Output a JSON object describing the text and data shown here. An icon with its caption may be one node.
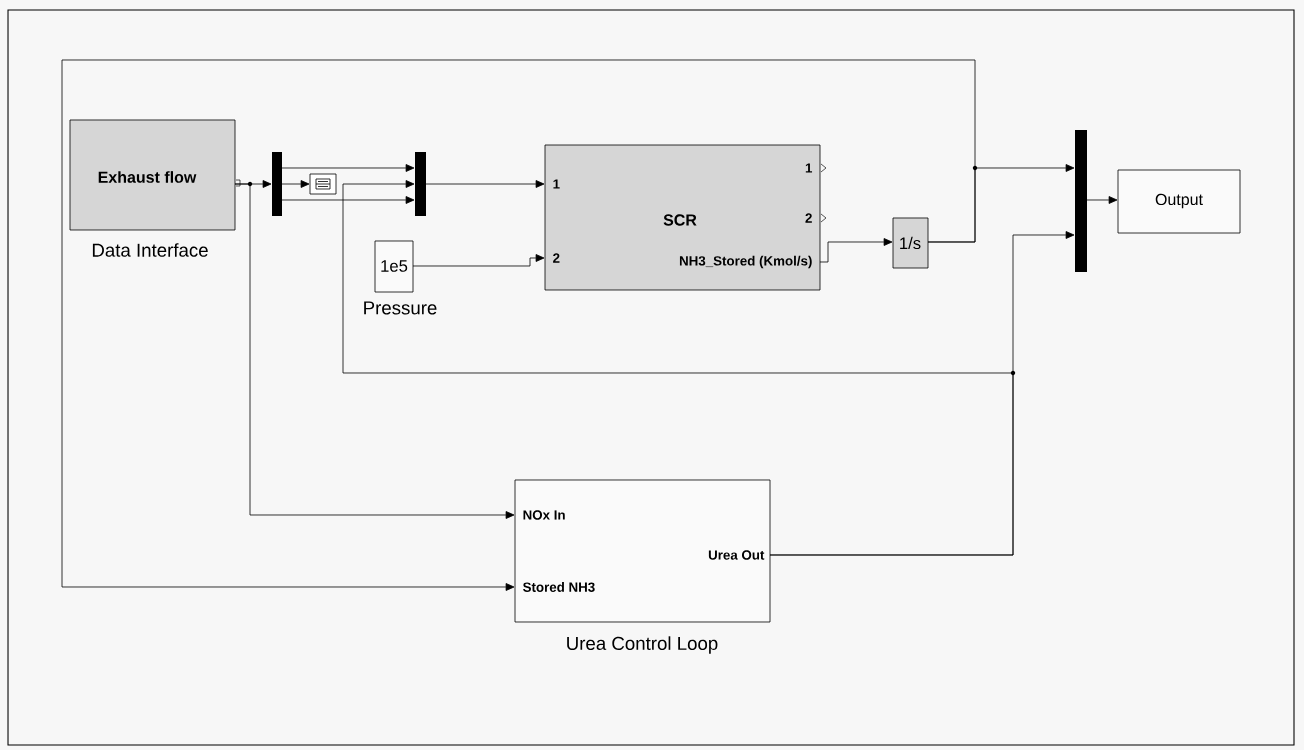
{
  "diagram": {
    "nodes": [
      {
        "text": [
          "Exhaust flow"
        ],
        "beside": [
          "Data  Interface"
        ]
      },
      {
        "text": [],
        "shape": "bar"
      },
      {
        "text": [],
        "shape": "box"
      },
      {
        "text": [],
        "shape": "bar"
      },
      {
        "text": [
          "1",
          "2",
          "SCR",
          "1",
          "2",
          "NH3_Stored (Kmol/s)"
        ]
      },
      {
        "text": [
          "1e5"
        ],
        "beside": [
          "Pressure"
        ]
      },
      {
        "text": [
          "1/s"
        ]
      },
      {
        "text": [],
        "shape": "bar"
      },
      {
        "text": [
          "Output"
        ]
      },
      {
        "text": [
          "NOx In",
          "Stored NH3",
          "Urea Out"
        ],
        "beside": [
          "Urea Control Loop"
        ]
      }
    ],
    "edges": [
      {
        "from": 0,
        "to": 1,
        "arrow": "to"
      },
      {
        "from": 0,
        "to": 9,
        "arrow": "to"
      },
      {
        "from": 1,
        "to": 3,
        "arrow": "to"
      },
      {
        "from": 1,
        "to": 2,
        "arrow": "to"
      },
      {
        "from": 1,
        "to": 3,
        "arrow": "to"
      },
      {
        "from": 9,
        "to": 3,
        "arrow": "to"
      },
      {
        "from": 9,
        "to": 7,
        "arrow": "to"
      },
      {
        "from": 3,
        "to": 4,
        "arrow": "to"
      },
      {
        "from": 5,
        "to": 4,
        "arrow": "to"
      },
      {
        "from": 4,
        "to": 6,
        "arrow": "to"
      },
      {
        "from": 6,
        "to": 7,
        "arrow": "to"
      },
      {
        "from": 6,
        "to": 9,
        "arrow": "to"
      },
      {
        "from": 7,
        "to": 8,
        "arrow": "to"
      }
    ]
  }
}
